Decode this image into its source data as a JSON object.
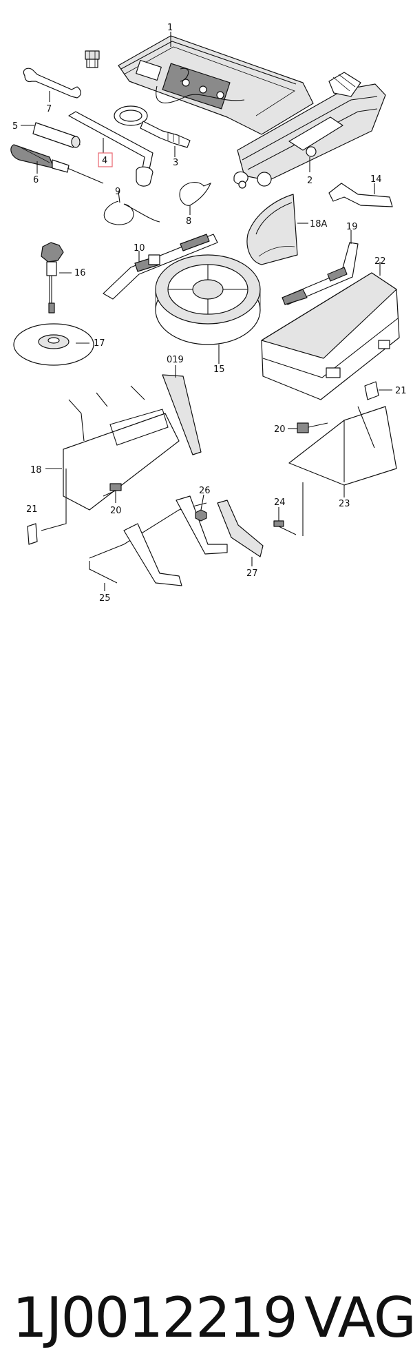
{
  "diagram": {
    "labels": {
      "l1": "1",
      "l2": "2",
      "l3": "3",
      "l4": "4",
      "l5": "5",
      "l6": "6",
      "l7": "7",
      "l8": "8",
      "l9": "9",
      "l10": "10",
      "l14": "14",
      "l15": "15",
      "l16": "16",
      "l17": "17",
      "l18": "18",
      "l18a": "18A",
      "l19": "19",
      "l20a": "20",
      "l20b": "20",
      "l21a": "21",
      "l21b": "21",
      "l22": "22",
      "l23": "23",
      "l24": "24",
      "l25": "25",
      "l26": "26",
      "l27": "27",
      "l019": "019"
    },
    "highlight": {
      "label": "4",
      "color": "#e8646e"
    }
  },
  "footer": {
    "part_number": "1J0012219",
    "manufacturer": "VAG"
  }
}
